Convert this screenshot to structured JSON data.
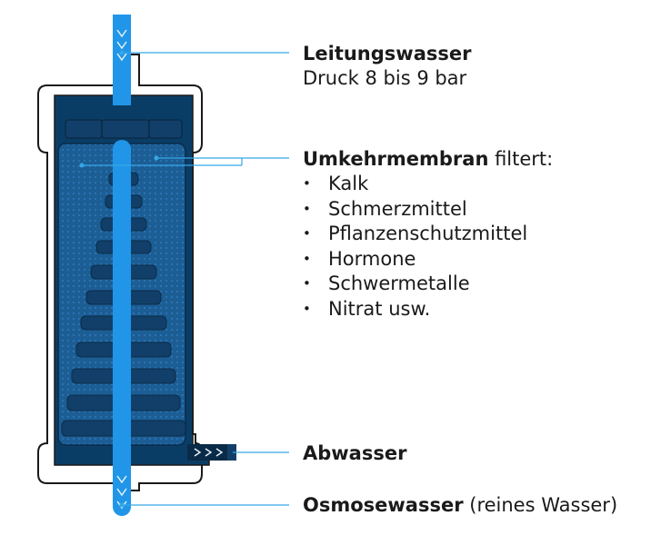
{
  "inlet": {
    "title": "Leitungswasser",
    "subtitle": "Druck 8 bis 9 bar"
  },
  "membrane": {
    "title": "Umkehrmembran",
    "suffix": " filtert:",
    "items": [
      "Kalk",
      "Schmerzmittel",
      "Pflanzenschutzmittel",
      "Hormone",
      "Schwermetalle",
      "Nitrat usw."
    ]
  },
  "waste": {
    "title": "Abwasser"
  },
  "permeate": {
    "title": "Osmosewasser",
    "suffix": " (reines Wasser)"
  },
  "colors": {
    "housing_outline": "#1a1a1a",
    "housing_fill": "#0a3d66",
    "membrane_fill": "#1c5d94",
    "water_blue": "#2196e8",
    "leader_line": "#35a7e6",
    "waste_dark": "#0a2b48"
  }
}
